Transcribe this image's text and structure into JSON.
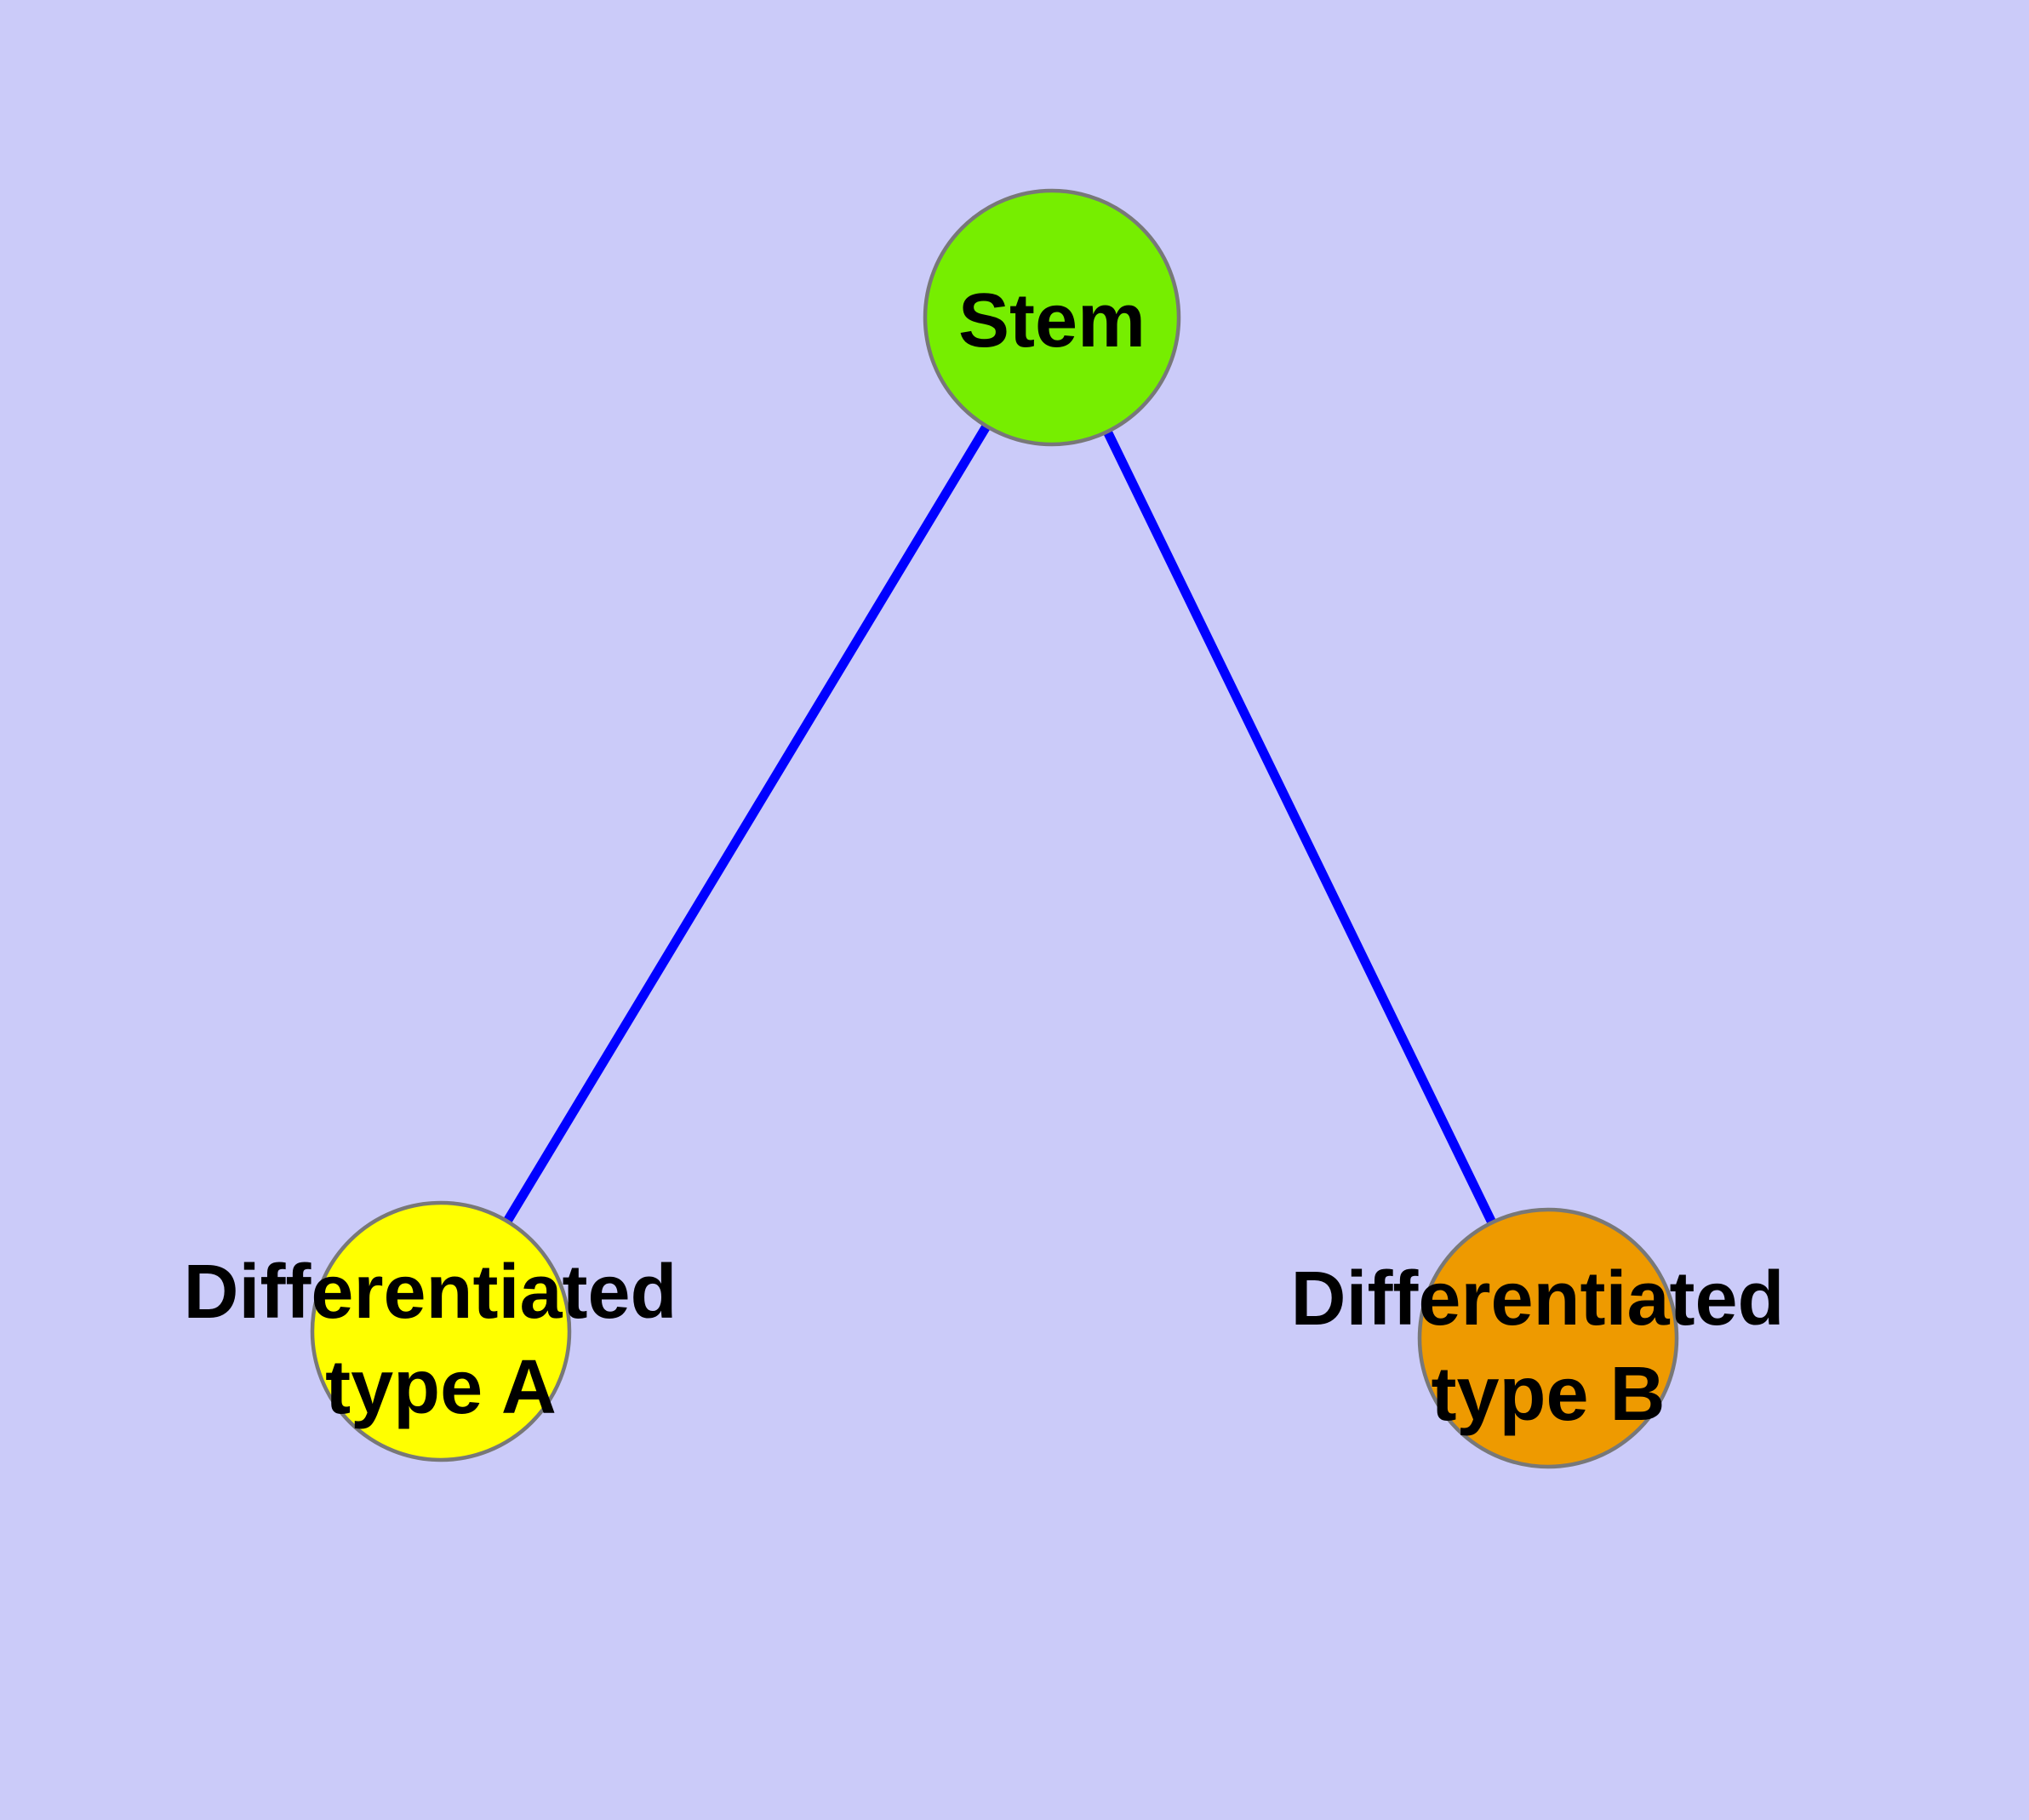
{
  "canvas": {
    "background": "#CBCBF9"
  },
  "diagram": {
    "type": "node-link-graph",
    "edge_color": "#0000FF",
    "node_border_color": "#787878",
    "label_color": "#000000",
    "nodes": [
      {
        "id": "stem",
        "label": "Stem",
        "fill": "#76EE00"
      },
      {
        "id": "differentiated-type-a",
        "label": "Differentiated type A",
        "label_line1": "Differentiated",
        "label_line2": "type A",
        "fill": "#FFFF00"
      },
      {
        "id": "differentiated-type-b",
        "label": "Differentiated type B",
        "label_line1": "Differentiated",
        "label_line2": "type B",
        "fill": "#EE9A00"
      }
    ],
    "edges": [
      {
        "from": "stem",
        "to": "differentiated-type-a"
      },
      {
        "from": "stem",
        "to": "differentiated-type-b"
      }
    ]
  }
}
